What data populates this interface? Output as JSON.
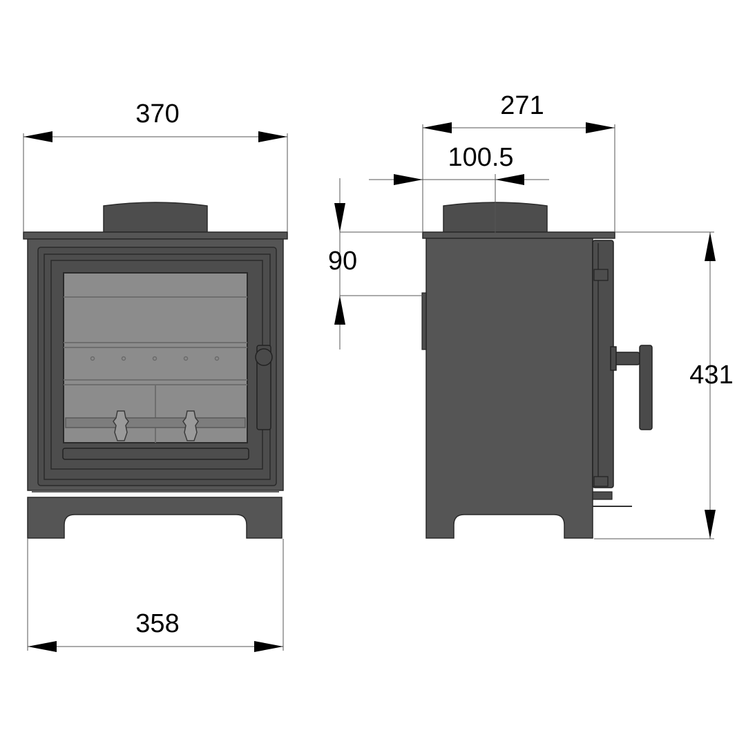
{
  "dimensions": {
    "front_top_width": "370",
    "front_bottom_width": "358",
    "side_depth": "271",
    "flue_offset": "100.5",
    "flue_height": "90",
    "overall_height": "431"
  }
}
